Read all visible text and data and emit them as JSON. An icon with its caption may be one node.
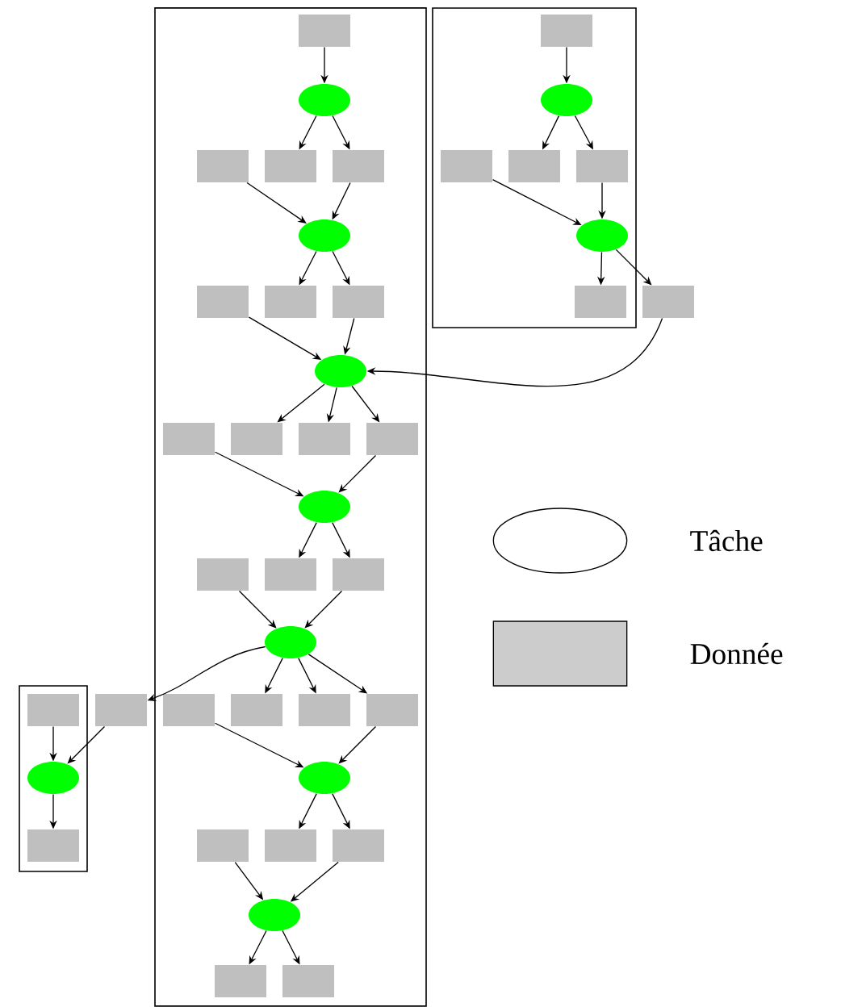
{
  "diagram": {
    "nodes": [
      {
        "text": [],
        "shape": "box"
      },
      {
        "text": [],
        "shape": "box",
        "in": 0
      },
      {
        "text": [],
        "shape": "ellipse",
        "in": 0
      },
      {
        "text": [],
        "shape": "box",
        "in": 0
      },
      {
        "text": [],
        "shape": "box",
        "in": 0
      },
      {
        "text": [],
        "shape": "box",
        "in": 0
      },
      {
        "text": [],
        "shape": "ellipse",
        "in": 0
      },
      {
        "text": [],
        "shape": "box",
        "in": 0
      },
      {
        "text": [],
        "shape": "box",
        "in": 0
      },
      {
        "text": [],
        "shape": "box",
        "in": 0
      },
      {
        "text": [],
        "shape": "ellipse",
        "in": 0
      },
      {
        "text": [],
        "shape": "box",
        "in": 0
      },
      {
        "text": [],
        "shape": "box",
        "in": 0
      },
      {
        "text": [],
        "shape": "box",
        "in": 0
      },
      {
        "text": [],
        "shape": "box",
        "in": 0
      },
      {
        "text": [],
        "shape": "ellipse",
        "in": 0
      },
      {
        "text": [],
        "shape": "box",
        "in": 0
      },
      {
        "text": [],
        "shape": "box",
        "in": 0
      },
      {
        "text": [],
        "shape": "box",
        "in": 0
      },
      {
        "text": [],
        "shape": "ellipse",
        "in": 0
      },
      {
        "text": [],
        "shape": "box",
        "in": 0
      },
      {
        "text": [],
        "shape": "box",
        "in": 0
      },
      {
        "text": [],
        "shape": "box",
        "in": 0
      },
      {
        "text": [],
        "shape": "box",
        "in": 0
      },
      {
        "text": [],
        "shape": "ellipse",
        "in": 0
      },
      {
        "text": [],
        "shape": "box",
        "in": 0
      },
      {
        "text": [],
        "shape": "box",
        "in": 0
      },
      {
        "text": [],
        "shape": "box",
        "in": 0
      },
      {
        "text": [],
        "shape": "ellipse",
        "in": 0
      },
      {
        "text": [],
        "shape": "box",
        "in": 0
      },
      {
        "text": [],
        "shape": "box",
        "in": 0
      },
      {
        "text": [],
        "shape": "box"
      },
      {
        "text": [],
        "shape": "box",
        "in": 31
      },
      {
        "text": [],
        "shape": "ellipse",
        "in": 31
      },
      {
        "text": [],
        "shape": "box",
        "in": 31
      },
      {
        "text": [],
        "shape": "box",
        "in": 31
      },
      {
        "text": [],
        "shape": "box",
        "in": 31
      },
      {
        "text": [],
        "shape": "ellipse",
        "in": 31
      },
      {
        "text": [],
        "shape": "box",
        "in": 31
      },
      {
        "text": [],
        "shape": "box"
      },
      {
        "text": [],
        "shape": "box"
      },
      {
        "text": [],
        "shape": "box",
        "in": 40
      },
      {
        "text": [],
        "shape": "ellipse",
        "in": 40
      },
      {
        "text": [],
        "shape": "box",
        "in": 40
      },
      {
        "text": [],
        "shape": "box"
      }
    ],
    "edges": [
      {
        "from": 1,
        "to": 2,
        "arrow": "to"
      },
      {
        "from": 2,
        "to": 4,
        "arrow": "to"
      },
      {
        "from": 2,
        "to": 5,
        "arrow": "to"
      },
      {
        "from": 3,
        "to": 6,
        "arrow": "to"
      },
      {
        "from": 5,
        "to": 6,
        "arrow": "to"
      },
      {
        "from": 6,
        "to": 8,
        "arrow": "to"
      },
      {
        "from": 6,
        "to": 9,
        "arrow": "to"
      },
      {
        "from": 7,
        "to": 10,
        "arrow": "to"
      },
      {
        "from": 9,
        "to": 10,
        "arrow": "to"
      },
      {
        "from": 39,
        "to": 10,
        "arrow": "to"
      },
      {
        "from": 10,
        "to": 12,
        "arrow": "to"
      },
      {
        "from": 10,
        "to": 13,
        "arrow": "to"
      },
      {
        "from": 10,
        "to": 14,
        "arrow": "to"
      },
      {
        "from": 11,
        "to": 15,
        "arrow": "to"
      },
      {
        "from": 14,
        "to": 15,
        "arrow": "to"
      },
      {
        "from": 15,
        "to": 17,
        "arrow": "to"
      },
      {
        "from": 15,
        "to": 18,
        "arrow": "to"
      },
      {
        "from": 16,
        "to": 19,
        "arrow": "to"
      },
      {
        "from": 18,
        "to": 19,
        "arrow": "to"
      },
      {
        "from": 19,
        "to": 44,
        "arrow": "to"
      },
      {
        "from": 19,
        "to": 21,
        "arrow": "to"
      },
      {
        "from": 19,
        "to": 22,
        "arrow": "to"
      },
      {
        "from": 19,
        "to": 23,
        "arrow": "to"
      },
      {
        "from": 20,
        "to": 24,
        "arrow": "to"
      },
      {
        "from": 23,
        "to": 24,
        "arrow": "to"
      },
      {
        "from": 24,
        "to": 26,
        "arrow": "to"
      },
      {
        "from": 24,
        "to": 27,
        "arrow": "to"
      },
      {
        "from": 25,
        "to": 28,
        "arrow": "to"
      },
      {
        "from": 27,
        "to": 28,
        "arrow": "to"
      },
      {
        "from": 28,
        "to": 29,
        "arrow": "to"
      },
      {
        "from": 28,
        "to": 30,
        "arrow": "to"
      },
      {
        "from": 32,
        "to": 33,
        "arrow": "to"
      },
      {
        "from": 33,
        "to": 35,
        "arrow": "to"
      },
      {
        "from": 33,
        "to": 36,
        "arrow": "to"
      },
      {
        "from": 34,
        "to": 37,
        "arrow": "to"
      },
      {
        "from": 36,
        "to": 37,
        "arrow": "to"
      },
      {
        "from": 37,
        "to": 38,
        "arrow": "to"
      },
      {
        "from": 37,
        "to": 39,
        "arrow": "to"
      },
      {
        "from": 41,
        "to": 42,
        "arrow": "to"
      },
      {
        "from": 44,
        "to": 42,
        "arrow": "to"
      },
      {
        "from": 42,
        "to": 43,
        "arrow": "to"
      }
    ],
    "legend": [
      {
        "text": "Tâche"
      },
      {
        "text": "Donnée",
        "color": "#cccccc"
      }
    ]
  }
}
